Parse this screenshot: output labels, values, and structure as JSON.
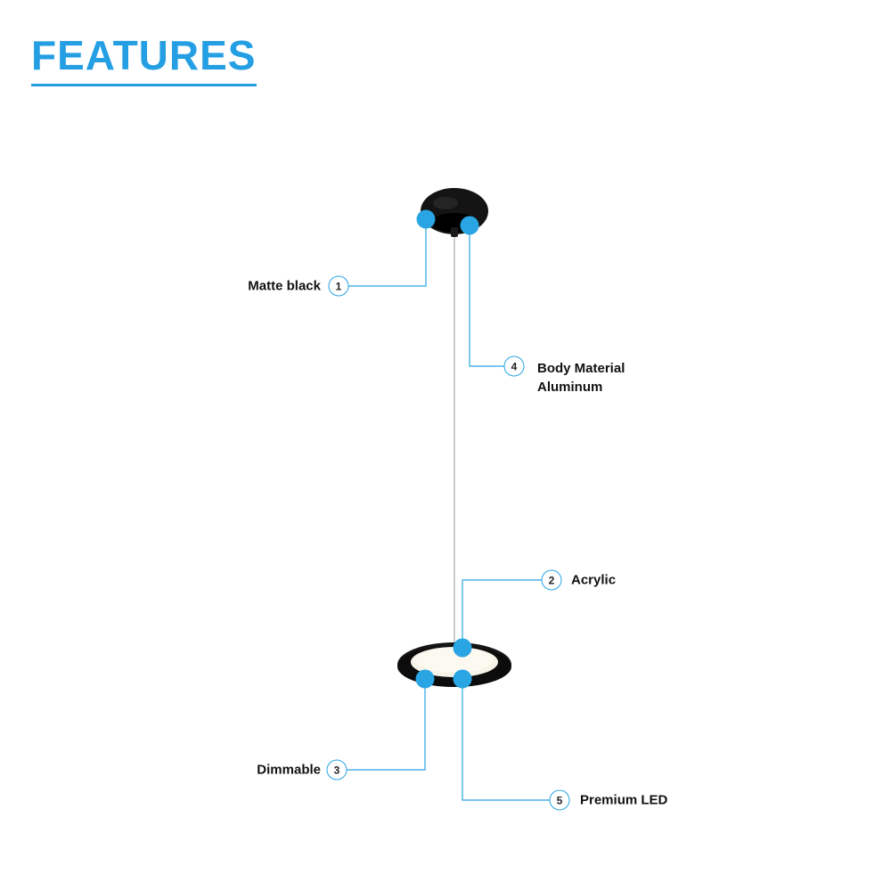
{
  "header": {
    "title": "FEATURES"
  },
  "colors": {
    "accent": "#29a5e3",
    "label_text": "#111111",
    "product_black": "#151515"
  },
  "callouts": [
    {
      "num": "1",
      "label": "Matte black"
    },
    {
      "num": "2",
      "label": "Acrylic"
    },
    {
      "num": "3",
      "label": "Dimmable"
    },
    {
      "num": "4",
      "label": "Body Material\nAluminum"
    },
    {
      "num": "5",
      "label": "Premium LED"
    }
  ]
}
